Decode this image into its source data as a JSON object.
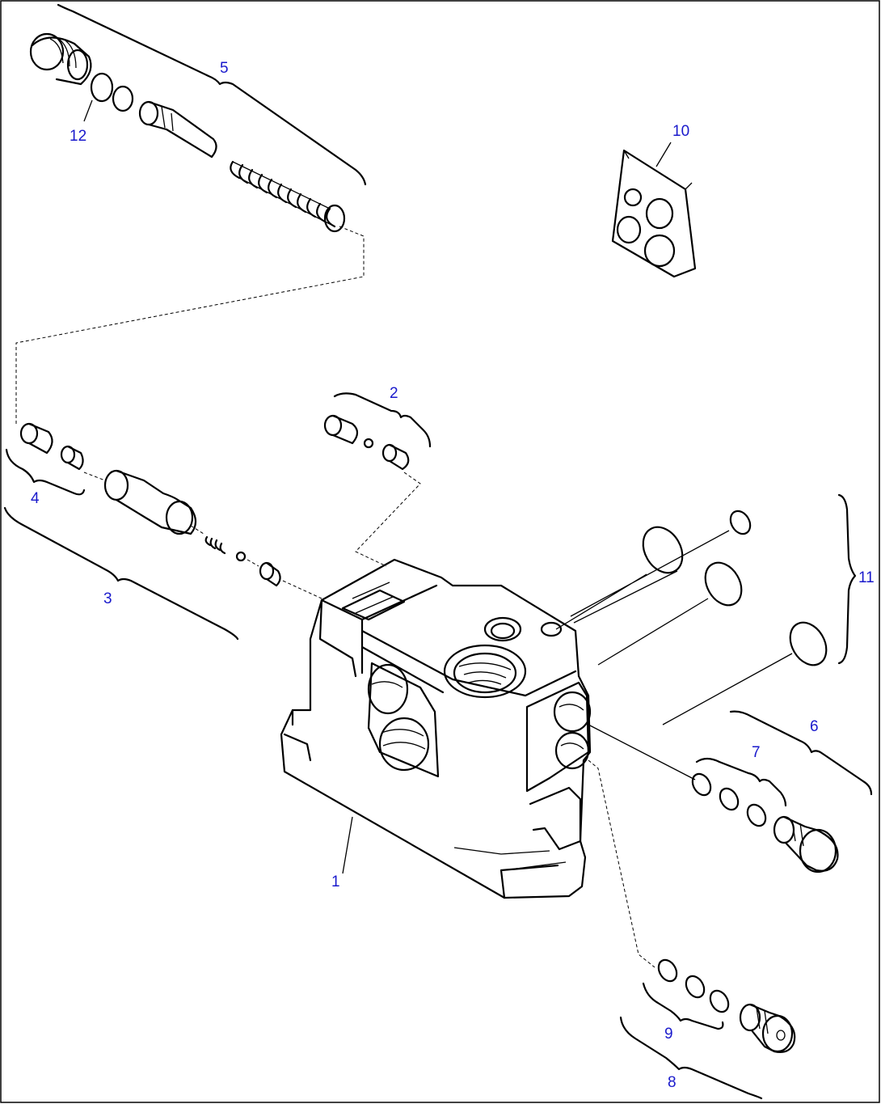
{
  "diagram": {
    "callouts": [
      {
        "id": "1",
        "label": "1"
      },
      {
        "id": "2",
        "label": "2"
      },
      {
        "id": "3",
        "label": "3"
      },
      {
        "id": "4",
        "label": "4"
      },
      {
        "id": "5",
        "label": "5"
      },
      {
        "id": "6",
        "label": "6"
      },
      {
        "id": "7",
        "label": "7"
      },
      {
        "id": "8",
        "label": "8"
      },
      {
        "id": "9",
        "label": "9"
      },
      {
        "id": "10",
        "label": "10"
      },
      {
        "id": "11",
        "label": "11"
      },
      {
        "id": "12",
        "label": "12"
      }
    ],
    "colors": {
      "callout": "#1a1acc",
      "lines": "#000000",
      "background": "#ffffff"
    }
  }
}
